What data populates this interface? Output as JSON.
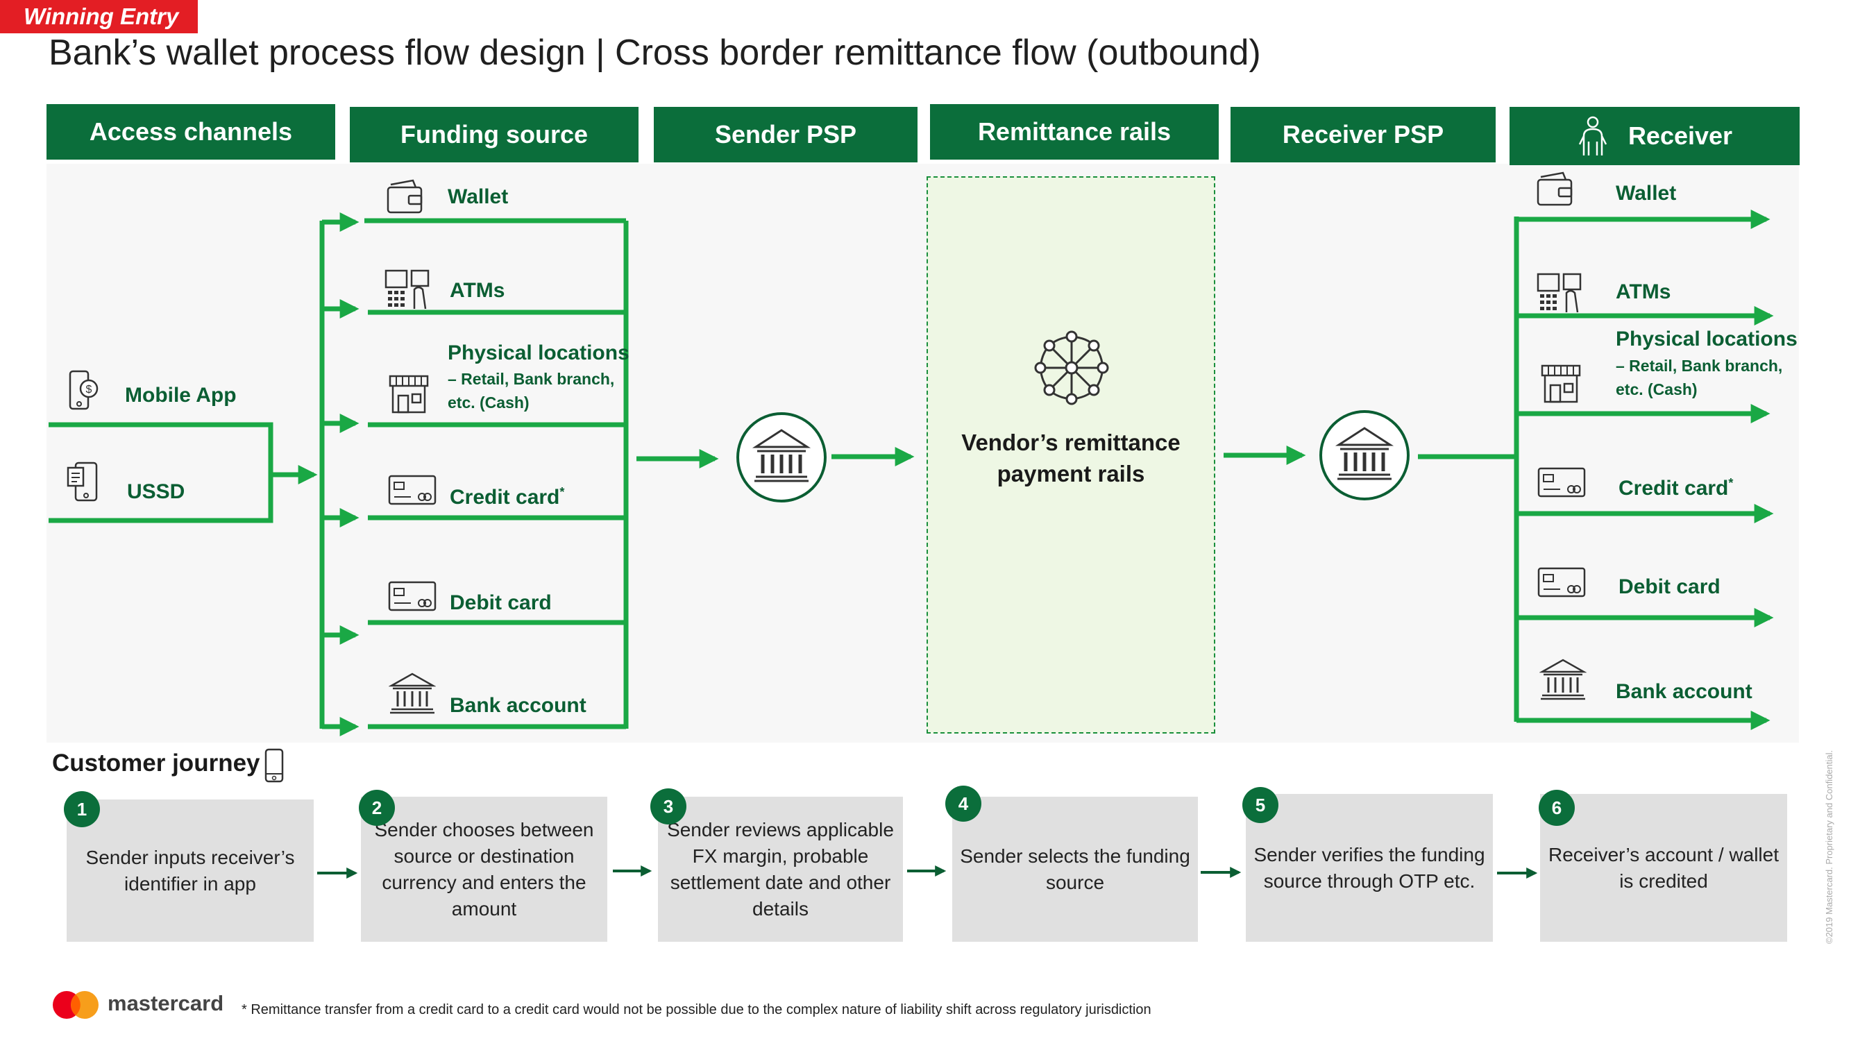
{
  "badge": "Winning Entry",
  "title": "Bank’s wallet process flow design | Cross border remittance flow (outbound)",
  "headers": {
    "access": "Access channels",
    "funding": "Funding source",
    "sender_psp": "Sender PSP",
    "rails": "Remittance rails",
    "receiver_psp": "Receiver PSP",
    "receiver": "Receiver"
  },
  "access_channels": [
    "Mobile App",
    "USSD"
  ],
  "funding_sources": {
    "wallet": "Wallet",
    "atms": "ATMs",
    "physical": "Physical locations",
    "physical_sub1": "– Retail, Bank branch,",
    "physical_sub2": "etc. (Cash)",
    "credit": "Credit card",
    "credit_mark": "*",
    "debit": "Debit card",
    "bank": "Bank account"
  },
  "receiver_options": {
    "wallet": "Wallet",
    "atms": "ATMs",
    "physical": "Physical locations",
    "physical_sub1": "– Retail, Bank branch,",
    "physical_sub2": "etc. (Cash)",
    "credit": "Credit card",
    "credit_mark": "*",
    "debit": "Debit card",
    "bank": "Bank account"
  },
  "rails_text": [
    "Vendor’s remittance",
    "payment rails"
  ],
  "customer_journey": {
    "title": "Customer journey",
    "steps": [
      {
        "num": "1",
        "text": "Sender inputs receiver’s identifier in app"
      },
      {
        "num": "2",
        "text": "Sender chooses between source or destination currency and enters the amount"
      },
      {
        "num": "3",
        "text": "Sender reviews applicable FX margin, probable settlement date and other details"
      },
      {
        "num": "4",
        "text": "Sender selects the funding source"
      },
      {
        "num": "5",
        "text": "Sender verifies the funding source through OTP etc."
      },
      {
        "num": "6",
        "text": "Receiver’s account / wallet is credited"
      }
    ]
  },
  "footnote": "* Remittance transfer from a credit card  to a credit card would not be possible due to the complex nature of liability shift across regulatory jurisdiction",
  "brand": "mastercard",
  "confidential": "©2019 Mastercard. Proprietary and Confidential.",
  "colors": {
    "green": "#1aa845",
    "dark_green": "#0b6e3b",
    "red": "#e31e24",
    "rails_bg": "#eef7e4"
  }
}
